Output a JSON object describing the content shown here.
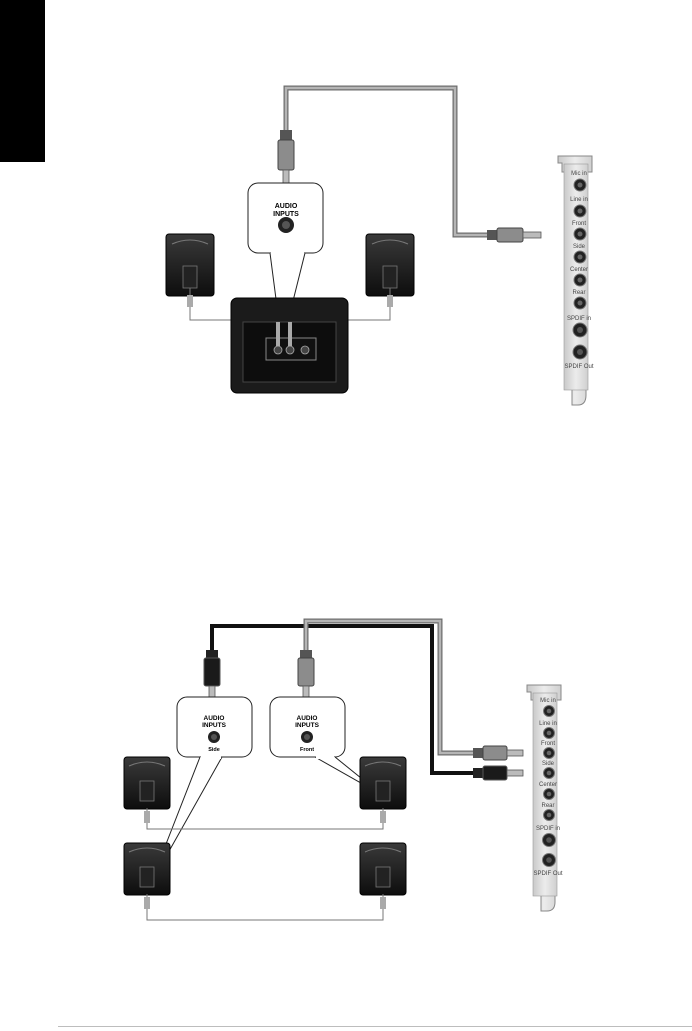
{
  "diagram1": {
    "callout": {
      "line1": "AUDIO",
      "line2": "INPUTS"
    },
    "card_ports": [
      "Mic in",
      "Line in",
      "Front",
      "Side",
      "Center",
      "Rear",
      "SPDIF in",
      "SPDIF Out"
    ]
  },
  "diagram2": {
    "callout_side": {
      "line1": "AUDIO",
      "line2": "INPUTS",
      "label": "Side"
    },
    "callout_front": {
      "line1": "AUDIO",
      "line2": "INPUTS",
      "label": "Front"
    },
    "card_ports": [
      "Mic in",
      "Line in",
      "Front",
      "Side",
      "Center",
      "Rear",
      "SPDIF in",
      "SPDIF Out"
    ]
  },
  "colors": {
    "tab": "#000000",
    "speaker": "#1a1a1a",
    "card": "#d9d9d9",
    "cable_gray": "#8a8a8a",
    "cable_black": "#111111"
  }
}
